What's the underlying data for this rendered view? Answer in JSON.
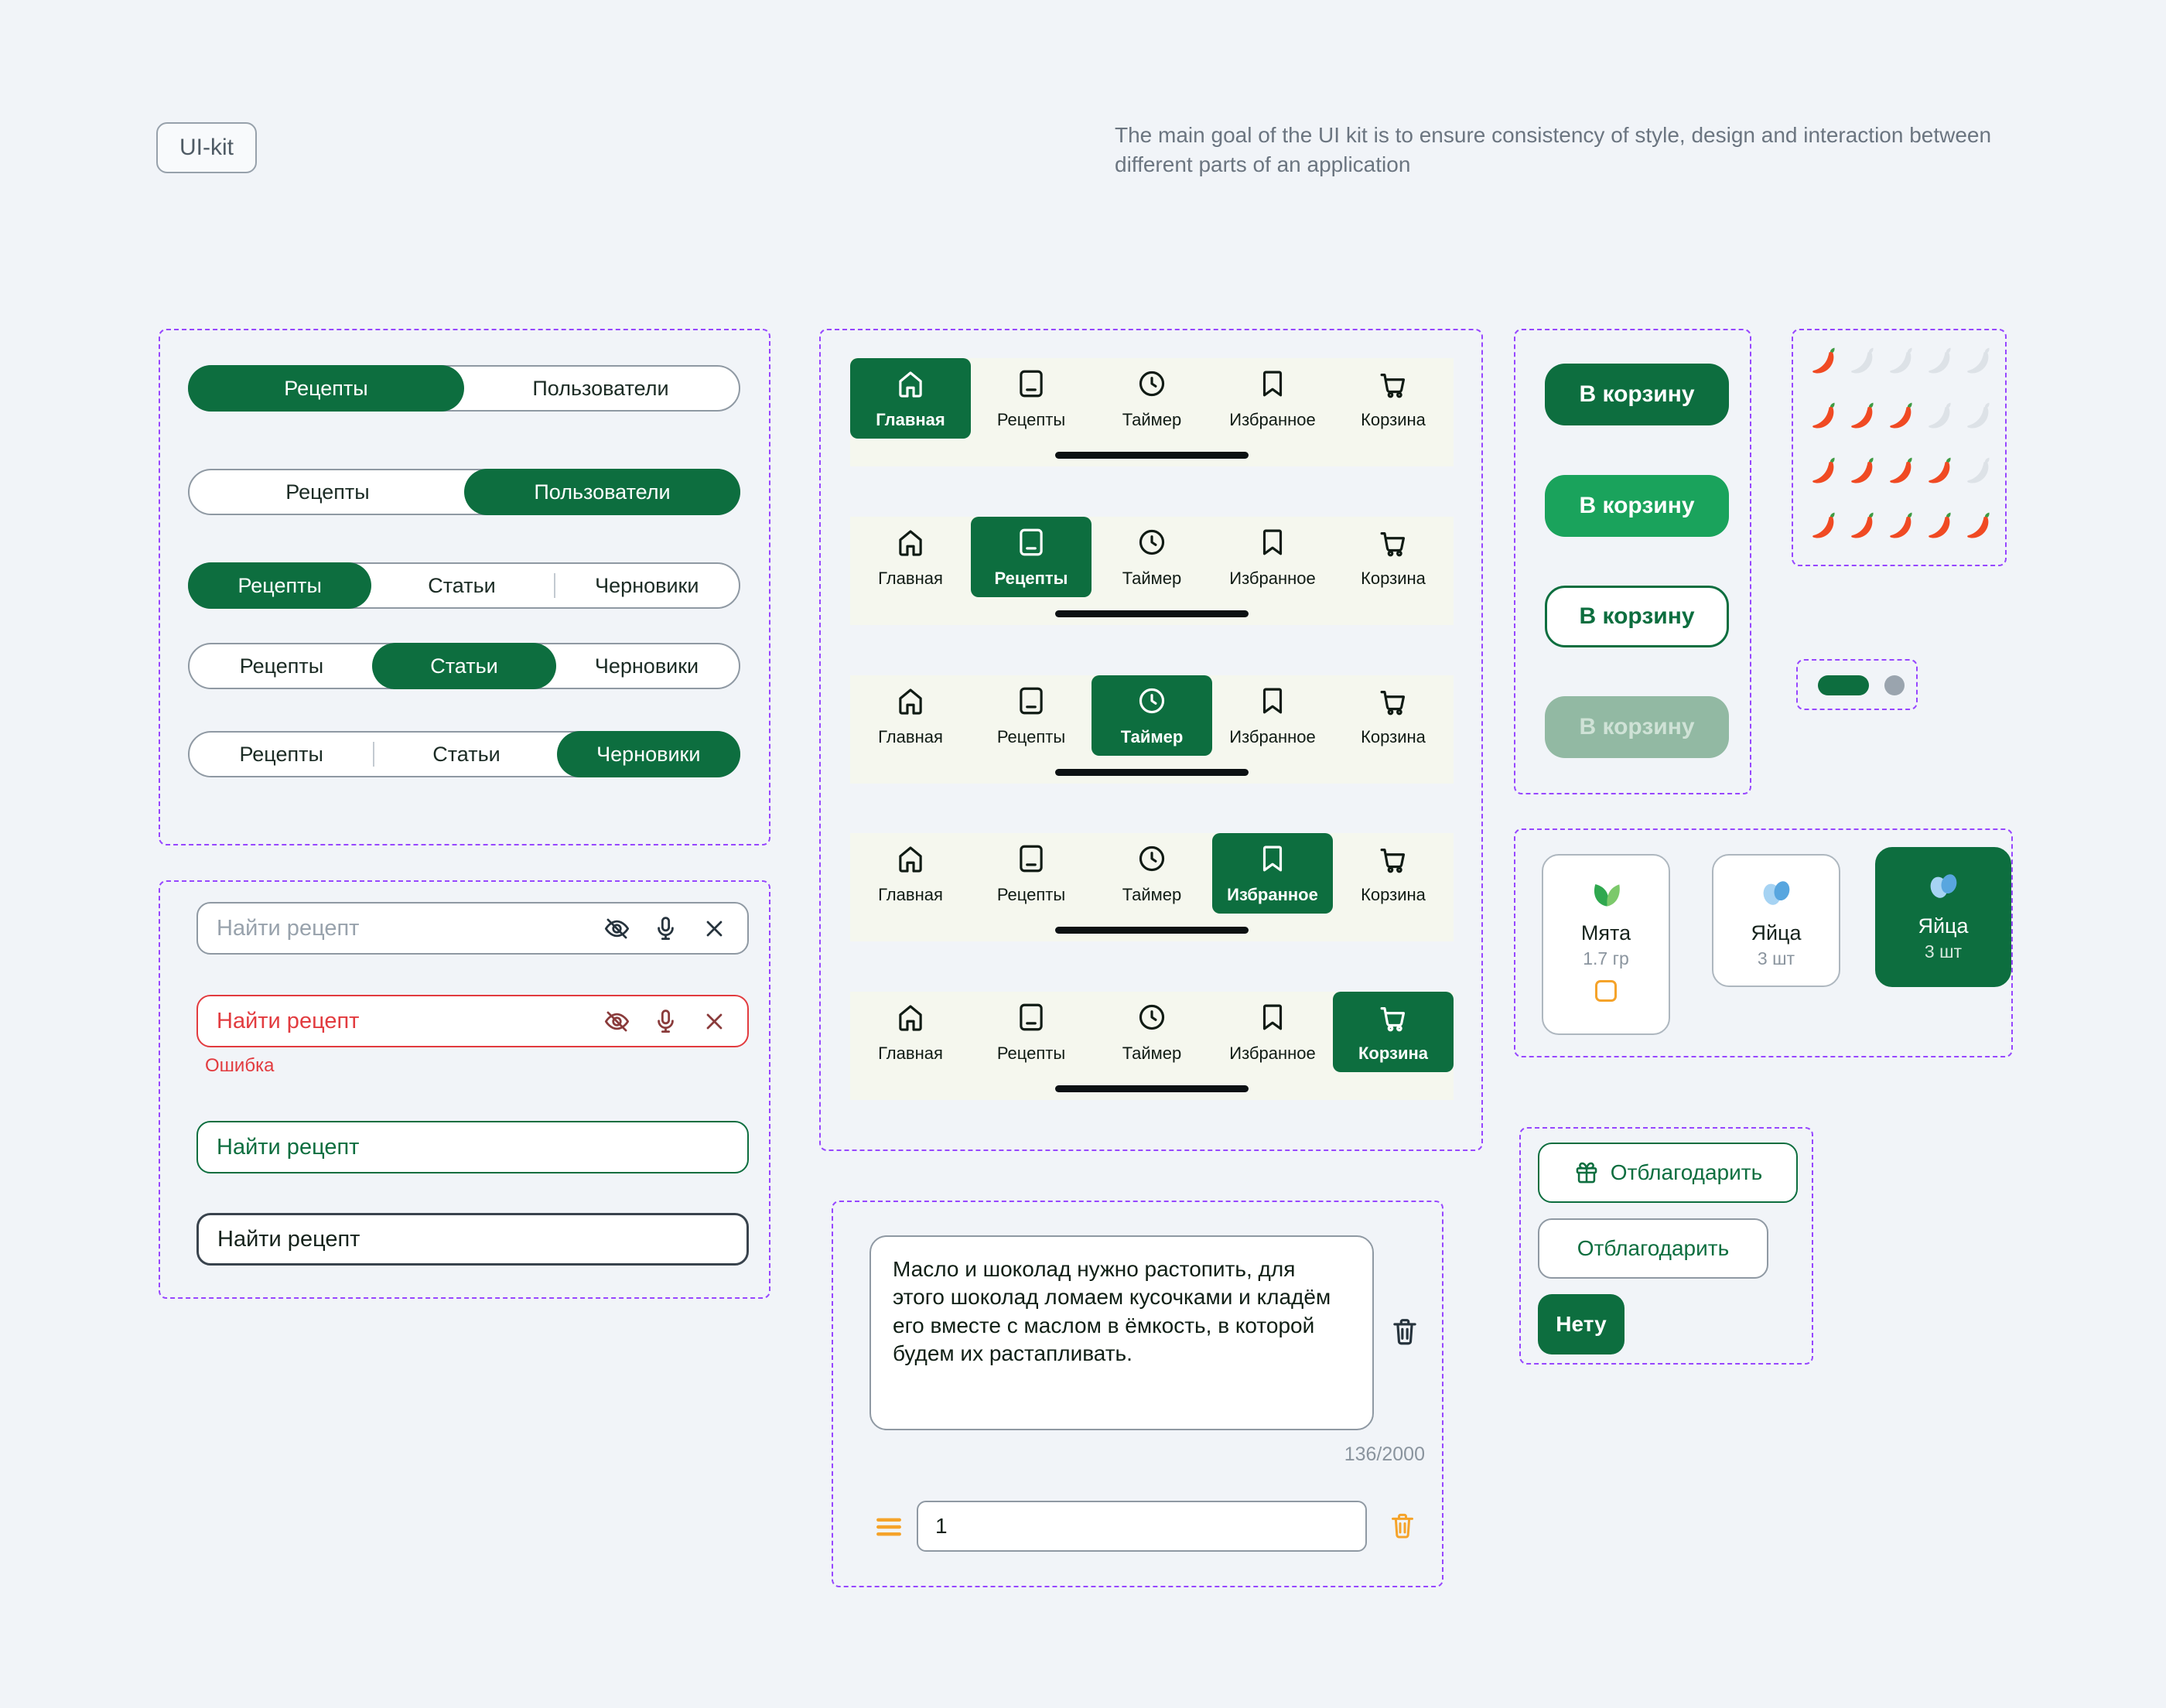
{
  "page": {
    "badge": "UI-kit",
    "description": "The main goal of the UI kit is to ensure consistency of style, design and interaction between different parts of an application"
  },
  "colors": {
    "green_dark": "#0D6E3F",
    "green_mid": "#1AA35C",
    "green_disabled_bg": "#92B9A3",
    "green_disabled_text": "#CFE2D6",
    "error_red": "#E23B3F",
    "orange": "#F5A32A",
    "section_purple": "#9747FF",
    "nav_bar_bg": "#F5F7EE"
  },
  "segmented_controls": {
    "rows": [
      {
        "segments": [
          "Рецепты",
          "Пользователи"
        ],
        "active": 0
      },
      {
        "segments": [
          "Рецепты",
          "Пользователи"
        ],
        "active": 1
      },
      {
        "segments": [
          "Рецепты",
          "Статьи",
          "Черновики"
        ],
        "active": 0
      },
      {
        "segments": [
          "Рецепты",
          "Статьи",
          "Черновики"
        ],
        "active": 1
      },
      {
        "segments": [
          "Рецепты",
          "Статьи",
          "Черновики"
        ],
        "active": 2
      }
    ]
  },
  "search": {
    "placeholder": "Найти рецепт",
    "value": "Найти рецепт",
    "error_label": "Ошибка"
  },
  "bottom_nav": {
    "items": [
      {
        "key": "home",
        "label": "Главная",
        "icon": "home-icon"
      },
      {
        "key": "recipes",
        "label": "Рецепты",
        "icon": "book-icon"
      },
      {
        "key": "timer",
        "label": "Таймер",
        "icon": "clock-icon"
      },
      {
        "key": "favorites",
        "label": "Избранное",
        "icon": "bookmark-icon"
      },
      {
        "key": "cart",
        "label": "Корзина",
        "icon": "cart-icon"
      }
    ],
    "variants": [
      0,
      1,
      2,
      3,
      4
    ]
  },
  "cart_buttons": {
    "label": "В корзину",
    "variants": [
      "primary",
      "secondary",
      "outline",
      "disabled"
    ]
  },
  "pepper_rating": {
    "max": 5,
    "rows": [
      1,
      3,
      4,
      5
    ]
  },
  "pager": {
    "active_index": 0,
    "count": 2
  },
  "ingredients": {
    "cards": [
      {
        "name": "Мята",
        "amount": "1.7 гр",
        "icon": "mint-leaf-icon",
        "checkbox": true,
        "selected": false
      },
      {
        "name": "Яйца",
        "amount": "3 шт",
        "icon": "eggs-icon",
        "checkbox": false,
        "selected": false
      },
      {
        "name": "Яйца",
        "amount": "3 шт",
        "icon": "eggs-icon",
        "checkbox": false,
        "selected": true
      }
    ]
  },
  "thanks": {
    "primary_label": "Отблагодарить",
    "secondary_label": "Отблагодарить",
    "none_label": "Нету"
  },
  "step_editor": {
    "text": "Масло и шоколад нужно растопить, для этого шоколад ломаем кусочками и кладём его вместе с маслом в ёмкость, в которой будем их растапливать.",
    "counter": "136/2000",
    "step_number": "1"
  }
}
